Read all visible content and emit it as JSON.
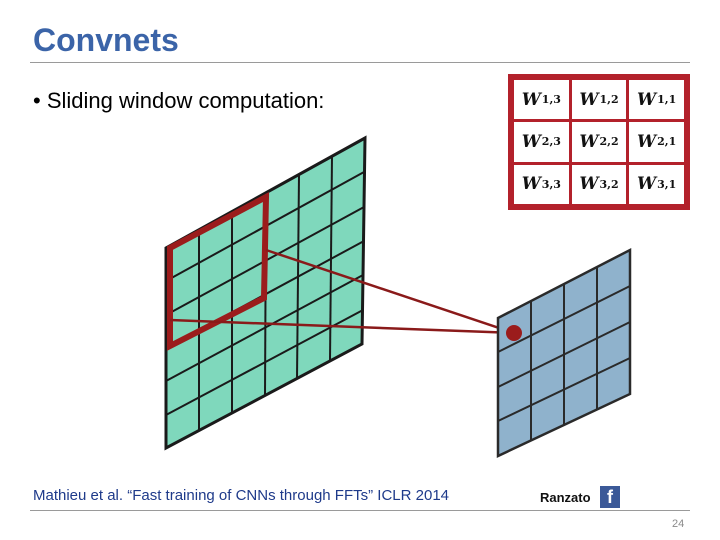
{
  "slide": {
    "title": "Convnets",
    "bullet": "• Sliding window computation:",
    "citation": "Mathieu et al. “Fast training of CNNs through FFTs” ICLR 2014",
    "brand": "Ranzato",
    "brand_icon": "facebook-icon",
    "page_number": "24"
  },
  "kernel": {
    "rows": [
      [
        {
          "w": "W",
          "sub": "1,3"
        },
        {
          "w": "W",
          "sub": "1,2"
        },
        {
          "w": "W",
          "sub": "1,1"
        }
      ],
      [
        {
          "w": "W",
          "sub": "2,3"
        },
        {
          "w": "W",
          "sub": "2,2"
        },
        {
          "w": "W",
          "sub": "2,1"
        }
      ],
      [
        {
          "w": "W",
          "sub": "3,3"
        },
        {
          "w": "W",
          "sub": "3,2"
        },
        {
          "w": "W",
          "sub": "3,1"
        }
      ]
    ]
  },
  "colors": {
    "title": "#3b64a8",
    "input_grid": "#7fd8bc",
    "output_grid": "#8fb2cc",
    "window": "#9b1c1c",
    "kernel_border": "#b3212b"
  }
}
